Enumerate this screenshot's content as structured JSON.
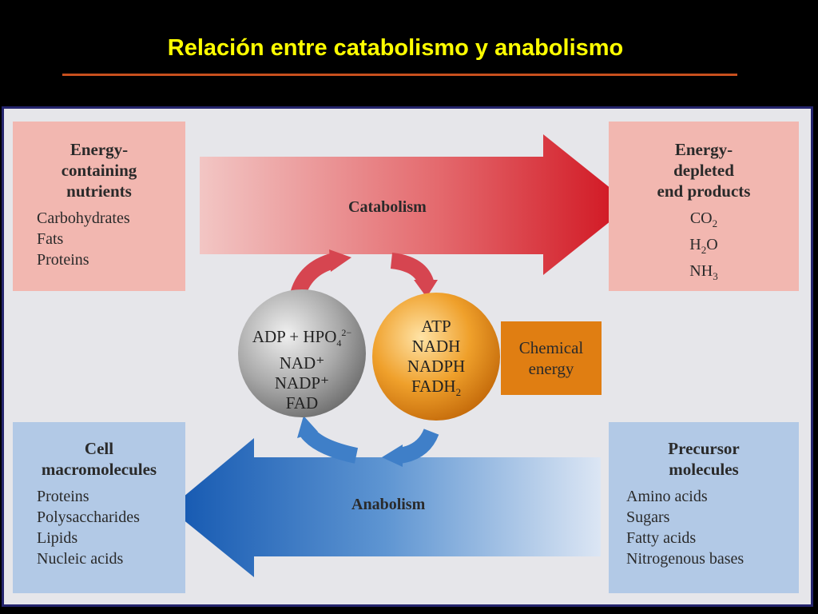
{
  "slide": {
    "title": "Relación entre catabolismo y anabolismo"
  },
  "colors": {
    "title": "#FFFF00",
    "rule": "#C8501E",
    "catabolism_arrow": "#D5222A",
    "anabolism_arrow": "#1F5FAE",
    "energy_carrier": "#E8951E",
    "spent_carrier": "#9A9A9A"
  },
  "diagram": {
    "top_left": {
      "title": "Energy-\ncontaining\nnutrients",
      "items": [
        "Carbohydrates",
        "Fats",
        "Proteins"
      ]
    },
    "top_right": {
      "title": "Energy-\ndepleted\nend products"
    },
    "bottom_left": {
      "title": "Cell\nmacromolecules",
      "items": [
        "Proteins",
        "Polysaccharides",
        "Lipids",
        "Nucleic acids"
      ]
    },
    "bottom_right": {
      "title": "Precursor\nmolecules",
      "items": [
        "Amino acids",
        "Sugars",
        "Fatty acids",
        "Nitrogenous bases"
      ]
    },
    "catabolism_label": "Catabolism",
    "anabolism_label": "Anabolism",
    "grey_circle": {
      "lines": [
        "NAD⁺",
        "NADP⁺",
        "FAD"
      ]
    },
    "orange_circle": {
      "lines": [
        "ATP",
        "NADH",
        "NADPH"
      ]
    },
    "chemical_energy": "Chemical\nenergy"
  }
}
